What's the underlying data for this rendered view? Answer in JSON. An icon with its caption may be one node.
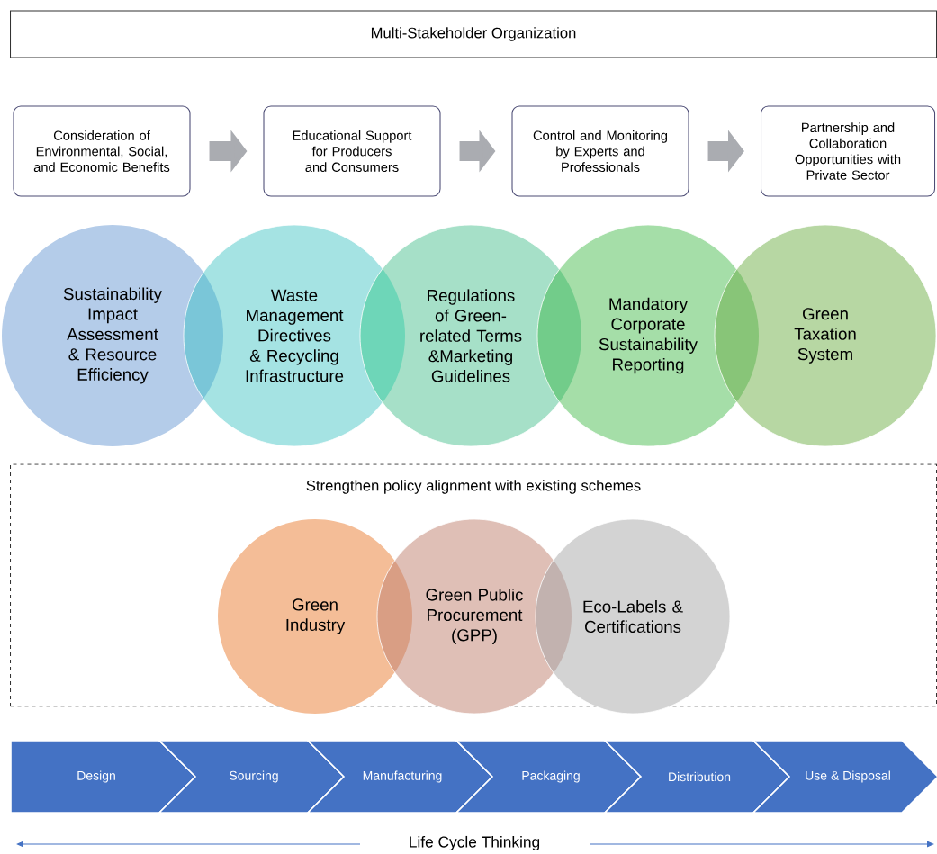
{
  "diagram": {
    "nodes": [
      {
        "text": [
          "Multi-Stakeholder Organization"
        ]
      },
      {
        "text": [
          "Consideration of Environmental, Social, and Economic Benefits"
        ]
      },
      {
        "text": [
          "Educational Support for Producers and Consumers"
        ]
      },
      {
        "text": [
          "Control and Monitoring by Experts and Professionals"
        ]
      },
      {
        "text": [
          "Partnership and Collaboration Opportunities with Private Sector"
        ]
      },
      {
        "text": [
          "Sustainability Impact Assessment & Resource Efficiency"
        ]
      },
      {
        "text": [
          "Waste Management Directives & Recycling Infrastructure"
        ]
      },
      {
        "text": [
          "Regulations of Green-related Terms &Marketing Guidelines"
        ]
      },
      {
        "text": [
          "Mandatory Corporate Sustainability Reporting"
        ]
      },
      {
        "text": [
          "Green Taxation System"
        ]
      },
      {
        "text": [
          "Strengthen policy alignment with existing schemes"
        ]
      },
      {
        "text": [
          "Green Industry"
        ],
        "in": 10
      },
      {
        "text": [
          "Green Public Procurement (GPP)"
        ],
        "in": 10
      },
      {
        "text": [
          "Eco-Labels & Certifications"
        ],
        "in": 10
      },
      {
        "text": [
          "Design"
        ]
      },
      {
        "text": [
          "Sourcing"
        ]
      },
      {
        "text": [
          "Manufacturing"
        ]
      },
      {
        "text": [
          "Packaging"
        ]
      },
      {
        "text": [
          "Distribution"
        ]
      },
      {
        "text": [
          "Use & Disposal"
        ]
      }
    ],
    "edges": [
      {
        "from": 1,
        "to": 2,
        "arrow": "to"
      },
      {
        "from": 2,
        "to": 3,
        "arrow": "to"
      },
      {
        "from": 3,
        "to": 4,
        "arrow": "to"
      }
    ],
    "labels": [
      "Life Cycle Thinking"
    ]
  }
}
